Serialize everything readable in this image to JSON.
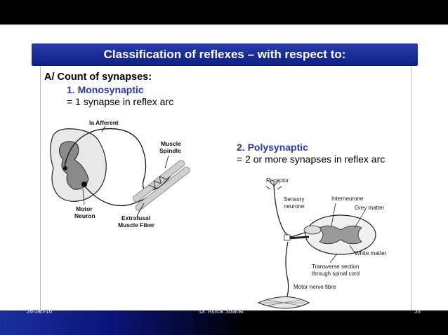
{
  "title": "Classification of reflexes – with respect to:",
  "heading": "A/ Count of synapses:",
  "mono": {
    "title": "1. Monosynaptic",
    "def": "= 1 synapse in reflex arc"
  },
  "poly": {
    "title": "2. Polysynaptic",
    "def": "= 2 or more synapses in reflex arc"
  },
  "diagram1": {
    "ia_afferent": "Ia Afferent",
    "muscle_spindle_1": "Muscle",
    "muscle_spindle_2": "Spindle",
    "motor_neuron_1": "Motor",
    "motor_neuron_2": "Neuron",
    "extrafusal_1": "Extrafusal",
    "extrafusal_2": "Muscle Fiber"
  },
  "diagram2": {
    "receptor": "Receptor",
    "sensory_1": "Sensory",
    "sensory_2": "neurone",
    "interneurone": "Interneurone",
    "grey_matter": "Grey matter",
    "white_matter": "White matter",
    "transverse_1": "Transverse section",
    "transverse_2": "through spinal cord",
    "motor_nerve": "Motor nerve fibre"
  },
  "footer": {
    "date": "26-Jan-16",
    "author": "Dr. Ashok Solanki",
    "page": "38"
  },
  "colors": {
    "title_band": "#1a2f9c",
    "accent_text": "#2b36a8"
  }
}
